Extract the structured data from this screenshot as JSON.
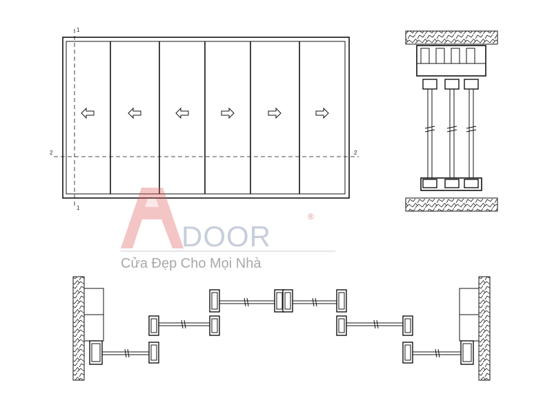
{
  "elevation": {
    "section_marks": {
      "top": "1",
      "bottom": "1",
      "left": "2",
      "right": "2"
    },
    "panels": [
      {
        "direction": "left"
      },
      {
        "direction": "left"
      },
      {
        "direction": "left"
      },
      {
        "direction": "right"
      },
      {
        "direction": "right"
      },
      {
        "direction": "right"
      }
    ]
  },
  "watermark": {
    "brand_initial": "A",
    "brand_rest": "DOOR",
    "registered": "®",
    "tagline": "Cửa Đẹp Cho Mọi Nhà",
    "colors": {
      "accent": "#e05a5a",
      "brand": "#9aa6c0",
      "tagline": "#9a9a9a"
    }
  },
  "colors": {
    "line": "#111111",
    "background": "#ffffff"
  }
}
